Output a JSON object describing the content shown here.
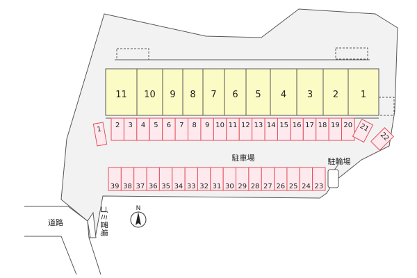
{
  "map": {
    "units": [
      "11",
      "10",
      "9",
      "8",
      "7",
      "6",
      "5",
      "4",
      "3",
      "2",
      "1"
    ],
    "top_row_spaces": [
      "2",
      "3",
      "4",
      "5",
      "6",
      "7",
      "8",
      "9",
      "10",
      "11",
      "12",
      "13",
      "14",
      "15",
      "16",
      "17",
      "18",
      "19",
      "20"
    ],
    "bottom_row_spaces": [
      "39",
      "38",
      "37",
      "36",
      "35",
      "34",
      "33",
      "32",
      "31",
      "30",
      "29",
      "28",
      "27",
      "26",
      "25",
      "24",
      "23"
    ],
    "space_left": "1",
    "space_right_a": "21",
    "space_right_b": "22",
    "parking_label": "駐車場",
    "bike_parking_label": "駐輪場",
    "garbage_label": "ゴミ置場",
    "road_label": "道路",
    "north_label": "N"
  },
  "colors": {
    "building_fill": "#fbfbc6",
    "parking_stroke": "#e0505a",
    "parking_fill": "#fde9ee",
    "site_fill": "#f2f2f2",
    "outline": "#555555"
  }
}
